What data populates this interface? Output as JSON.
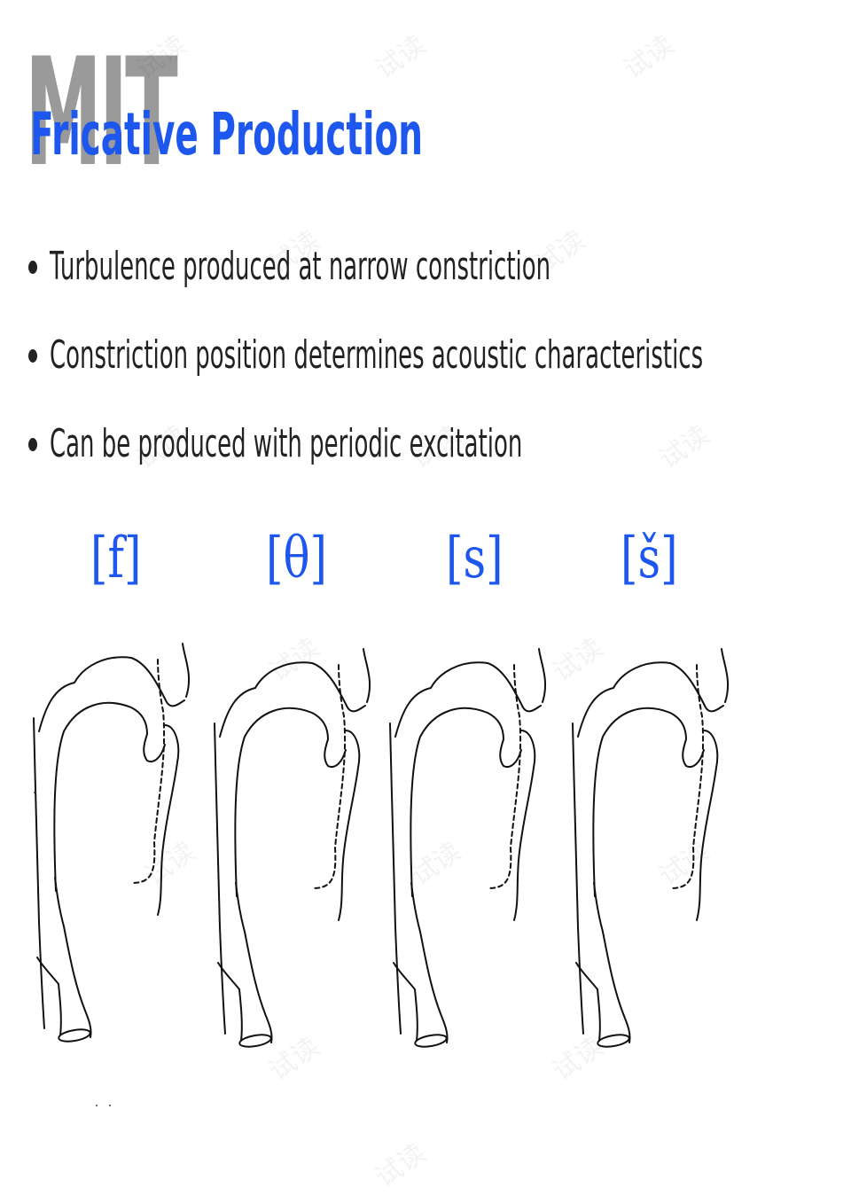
{
  "slide": {
    "logo": "MIT",
    "title": "Fricative Production",
    "bullets": [
      "Turbulence produced at narrow constriction",
      "Constriction position determines acoustic characteristics",
      "Can be produced with periodic excitation"
    ],
    "phonemes": [
      "[f]",
      "[θ]",
      "[s]",
      "[š]"
    ]
  },
  "watermark": {
    "text": "试读"
  },
  "colors": {
    "title": "#1e57ee",
    "logo": "#9a9a9a",
    "text": "#222222",
    "line": "#111111"
  }
}
